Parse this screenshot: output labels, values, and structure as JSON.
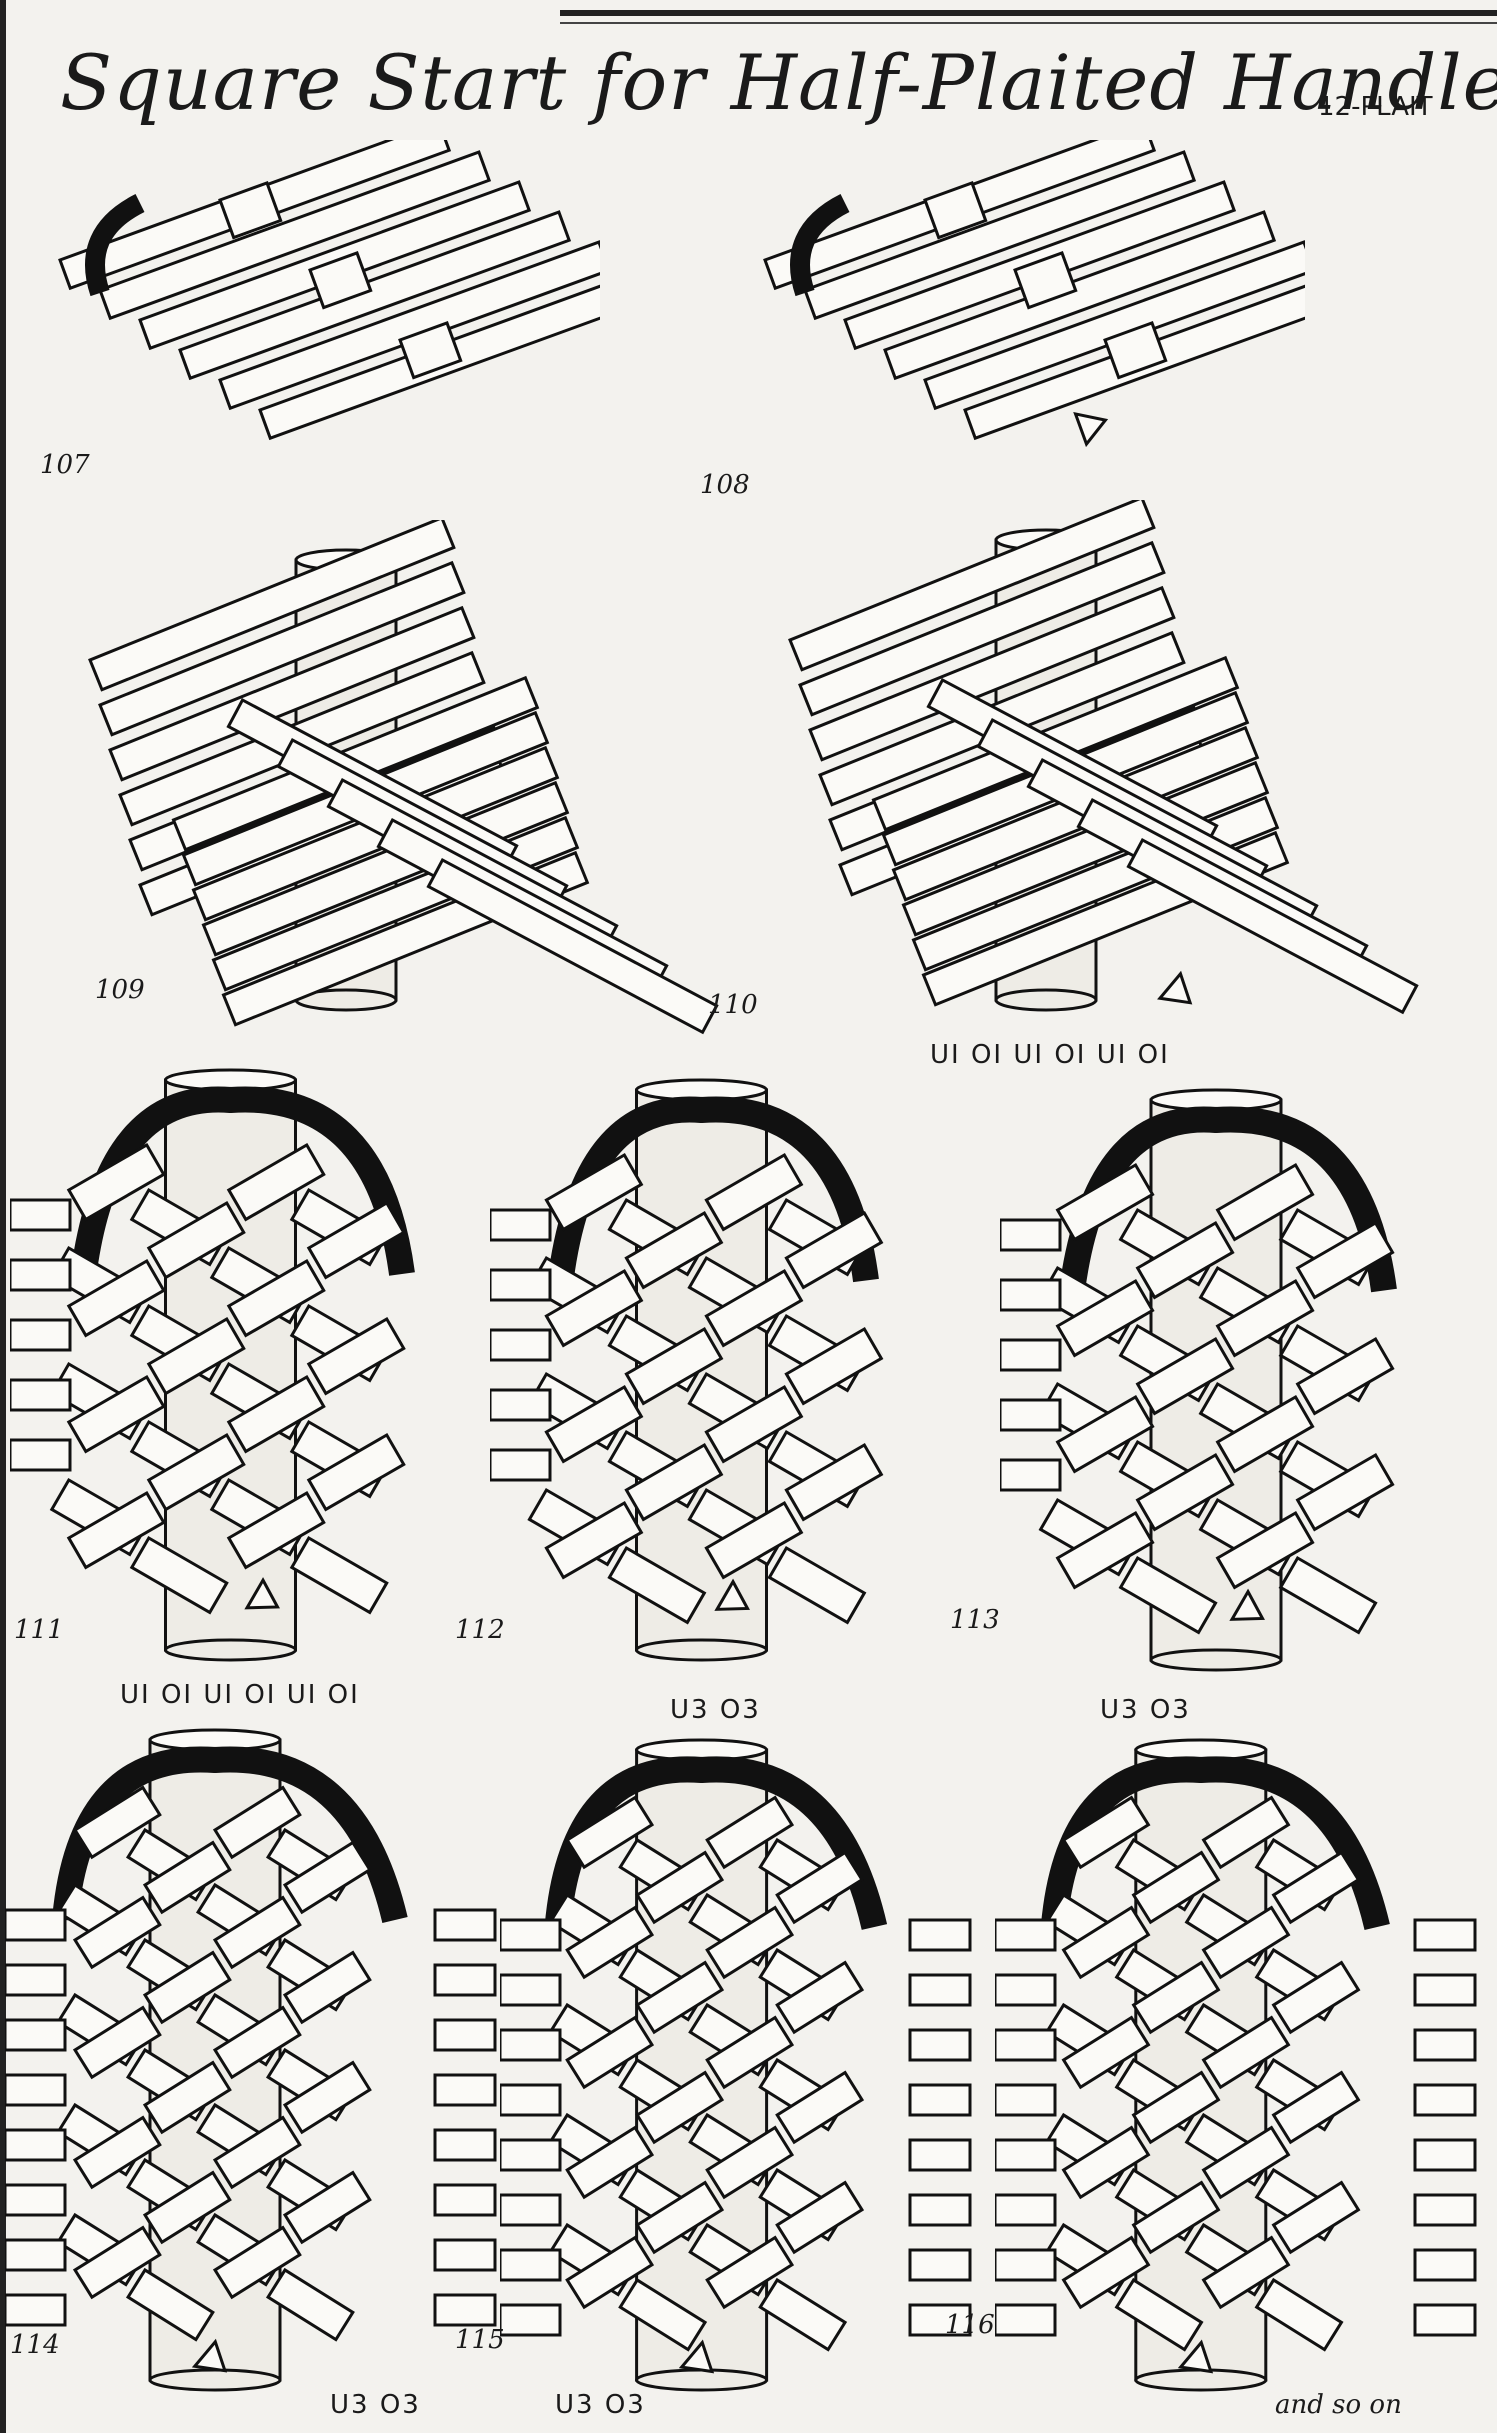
{
  "title": "Square Start for Half-Plaited Handle",
  "subtitle": "12-PLAIT",
  "figures": [
    {
      "number": "107",
      "caption": ""
    },
    {
      "number": "108",
      "caption": ""
    },
    {
      "number": "109",
      "caption": ""
    },
    {
      "number": "110",
      "caption": "UI OI UI OI UI OI"
    },
    {
      "number": "111",
      "caption": "UI OI UI OI UI OI"
    },
    {
      "number": "112",
      "caption": "U3 O3"
    },
    {
      "number": "113",
      "caption": "U3 O3"
    },
    {
      "number": "114",
      "caption": "U3 O3"
    },
    {
      "number": "115",
      "caption": "U3 O3"
    },
    {
      "number": "116",
      "caption": "and so on"
    }
  ]
}
